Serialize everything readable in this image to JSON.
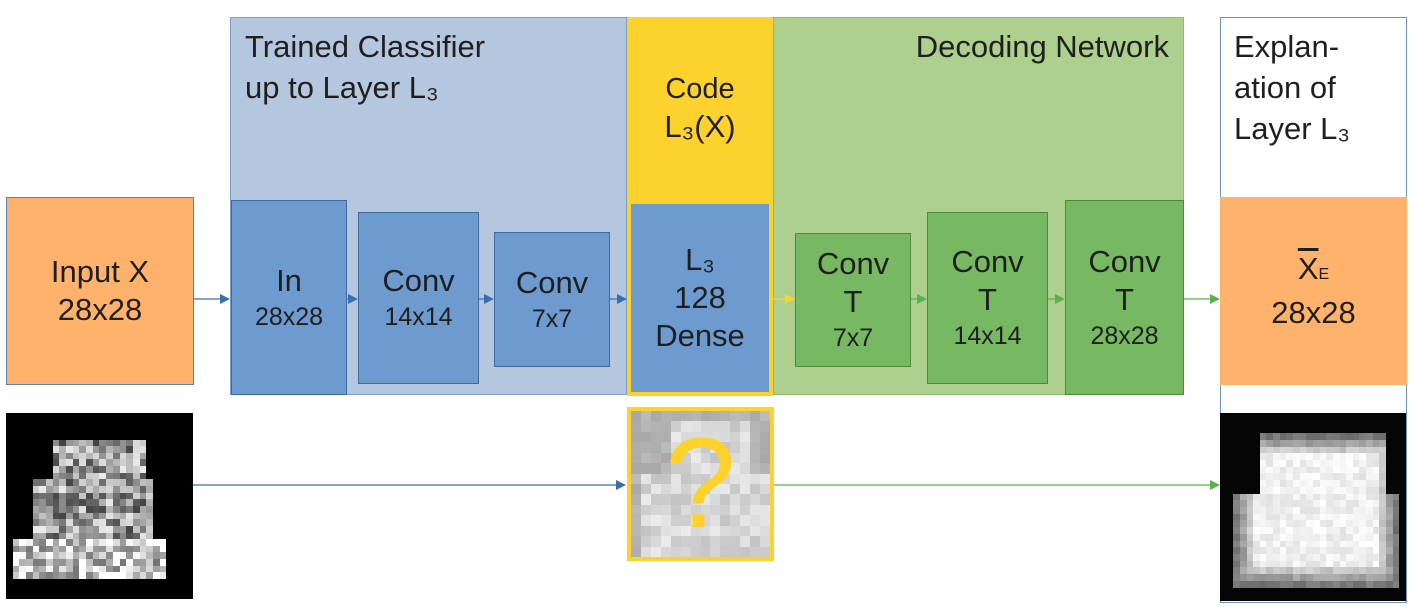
{
  "regions": {
    "classifier": {
      "line1": "Trained Classifier",
      "line2": "up to Layer L₃"
    },
    "code": {
      "line1": "Code",
      "line2": "L₃(X)"
    },
    "decoder": {
      "title": "Decoding Network"
    },
    "explanation": {
      "line1": "Explan-",
      "line2": "ation of",
      "line3": "Layer L₃"
    }
  },
  "input": {
    "line1": "Input X",
    "line2": "28x28"
  },
  "encoder_layers": [
    {
      "line1": "In",
      "line2": "28x28"
    },
    {
      "line1": "Conv",
      "line2": "14x14"
    },
    {
      "line1": "Conv",
      "line2": "7x7"
    }
  ],
  "code_layer": {
    "line1": "L₃",
    "line2": "128",
    "line3": "Dense"
  },
  "decoder_layers": [
    {
      "line1": "Conv",
      "line2": "T",
      "line3": "7x7"
    },
    {
      "line1": "Conv",
      "line2": "T",
      "line3": "14x14"
    },
    {
      "line1": "Conv",
      "line2": "T",
      "line3": "28x28"
    }
  ],
  "output": {
    "symbol": "X",
    "subscript": "E",
    "line2": "28x28"
  },
  "question_mark": "?",
  "colors": {
    "blue_arrow": "#3b6db1",
    "green_arrow": "#57b24a",
    "code_yellow": "#fdd22c",
    "orange": "#ffb26b"
  }
}
